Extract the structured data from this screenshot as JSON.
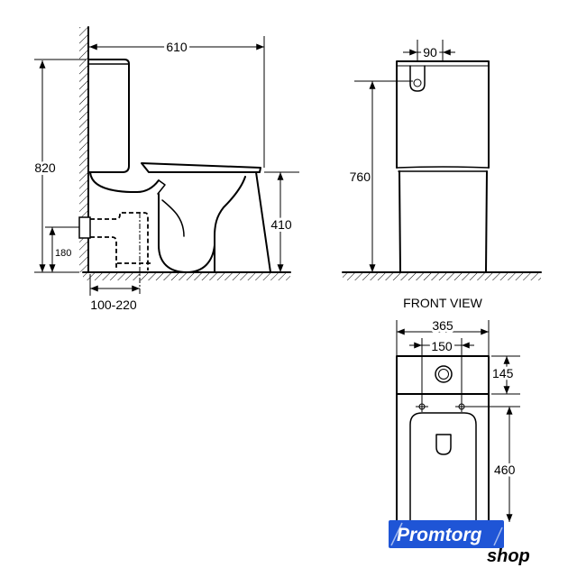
{
  "colors": {
    "line": "#000000",
    "background": "#ffffff"
  },
  "side_view": {
    "overall_depth": "610",
    "overall_height": "820",
    "seat_height": "410",
    "outlet_height": "180",
    "outlet_distance": "100-220"
  },
  "front_view": {
    "button_offset": "90",
    "overall_height": "760",
    "label": "FRONT VIEW"
  },
  "top_view": {
    "overall_width": "365",
    "fixing_spacing": "150",
    "tank_depth": "145",
    "fixing_to_front": "460"
  },
  "logo": {
    "brand": "Promtorg",
    "suffix": "shop",
    "color": "#1f55d6"
  }
}
